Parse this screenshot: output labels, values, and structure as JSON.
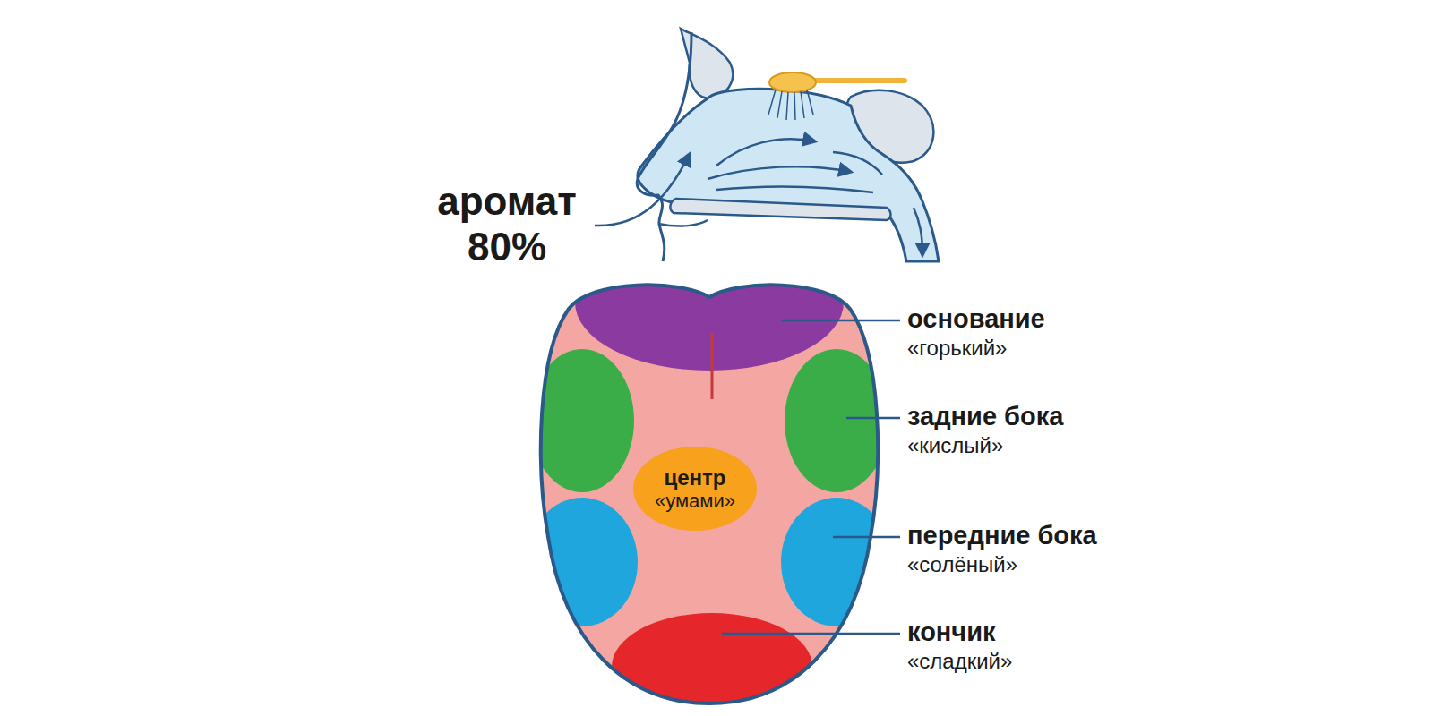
{
  "diagram": {
    "nodes": [
      {
        "text": [
          "центр",
          "«умами»"
        ]
      }
    ],
    "labels": [
      "аромат 80%",
      "основание",
      "«горький»",
      "задние бока",
      "«кислый»",
      "передние бока",
      "«солёный»",
      "кончик",
      "«сладкий»"
    ]
  }
}
